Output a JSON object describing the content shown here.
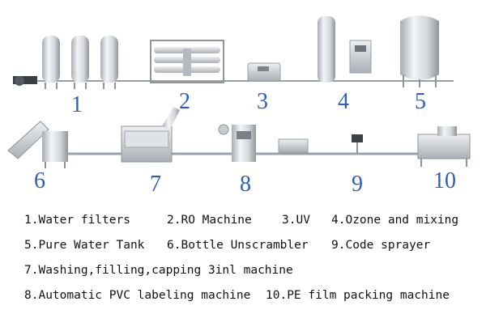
{
  "stage_numbers": [
    "1",
    "2",
    "3",
    "4",
    "5",
    "6",
    "7",
    "8",
    "9",
    "10"
  ],
  "legend": {
    "row1": [
      "1.Water filters",
      "2.RO Machine",
      "3.UV",
      "4.Ozone and mixing"
    ],
    "row2": [
      "5.Pure Water Tank",
      "6.Bottle Unscrambler",
      "9.Code sprayer"
    ],
    "row3": [
      "7.Washing,filling,capping 3inl machine"
    ],
    "row4": [
      "8.Automatic PVC labeling machine",
      "10.PE film packing machine"
    ]
  },
  "colors": {
    "number": "#2d5fb8",
    "steel": "#c9cdd2",
    "steel_dark": "#8e949b",
    "pipe": "#9aa0a6"
  }
}
